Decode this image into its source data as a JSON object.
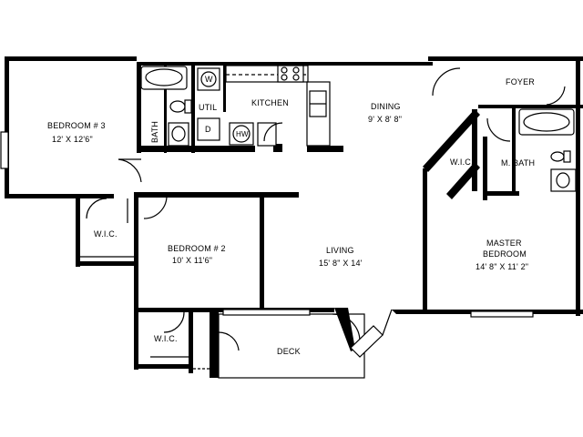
{
  "rooms": {
    "bedroom3": {
      "name": "BEDROOM # 3",
      "size": "12' X 12'6\""
    },
    "bath": {
      "name": "BATH"
    },
    "util": {
      "name": "UTIL"
    },
    "kitchen": {
      "name": "KITCHEN"
    },
    "dining": {
      "name": "DINING",
      "size": "9' X 8' 8\""
    },
    "foyer": {
      "name": "FOYER"
    },
    "master_wic": {
      "name": "W.I.C."
    },
    "master_bath": {
      "name": "M. BATH"
    },
    "wic_left": {
      "name": "W.I.C."
    },
    "bedroom2": {
      "name": "BEDROOM # 2",
      "size": "10' X 11'6\""
    },
    "living": {
      "name": "LIVING",
      "size": "15' 8\" X 14'"
    },
    "master_bedroom": {
      "name_line1": "MASTER",
      "name_line2": "BEDROOM",
      "size": "14' 8\" X 11' 2\""
    },
    "wic_small": {
      "name": "W.I.C."
    },
    "deck": {
      "name": "DECK"
    }
  },
  "fixtures": {
    "washer": "W",
    "dryer": "D",
    "water_heater": "HW"
  }
}
